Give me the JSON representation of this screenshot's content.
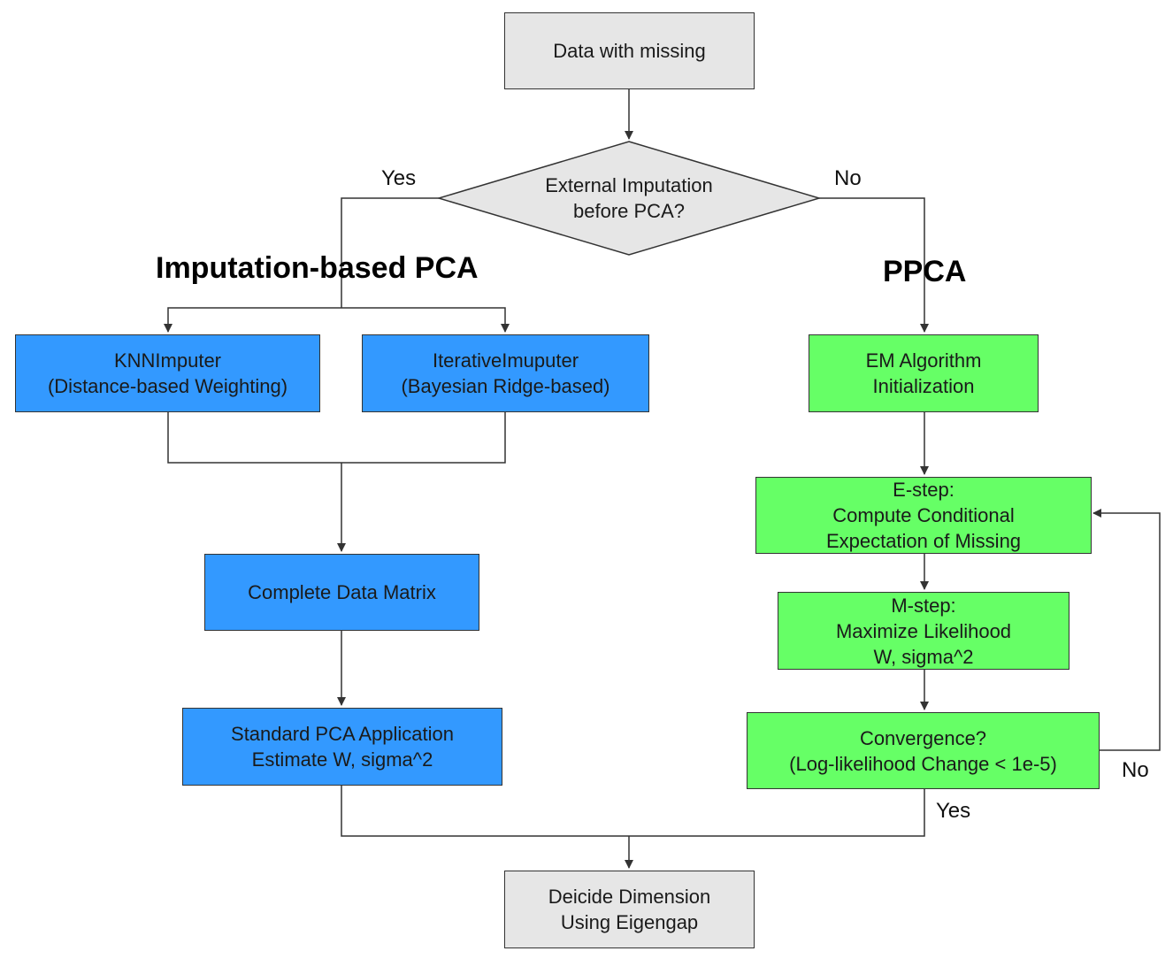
{
  "colors": {
    "terminal": "#e6e6e6",
    "imputation_branch": "#3399ff",
    "ppca_branch": "#66ff66",
    "decision": "#e6e6e6",
    "line": "#333333"
  },
  "nodes": {
    "start": {
      "line1": "Data with missing"
    },
    "decision": {
      "line1": "External Imputation",
      "line2": "before PCA?"
    },
    "knn": {
      "line1": "KNNImputer",
      "line2": "(Distance-based Weighting)"
    },
    "iterative": {
      "line1": "IterativeImuputer",
      "line2": "(Bayesian Ridge-based)"
    },
    "complete": {
      "line1": "Complete Data Matrix"
    },
    "standard_pca": {
      "line1": "Standard PCA Application",
      "line2": "Estimate W, sigma^2"
    },
    "em_init": {
      "line1": "EM Algorithm",
      "line2": "Initialization"
    },
    "e_step": {
      "line1": "E-step:",
      "line2": "Compute Conditional",
      "line3": "Expectation of Missing"
    },
    "m_step": {
      "line1": "M-step:",
      "line2": "Maximize Likelihood",
      "line3": "W, sigma^2"
    },
    "convergence": {
      "line1": "Convergence?",
      "line2": "(Log-likelihood Change < 1e-5)"
    },
    "end": {
      "line1": "Deicide Dimension",
      "line2": "Using Eigengap"
    }
  },
  "headings": {
    "left": "Imputation-based PCA",
    "right": "PPCA"
  },
  "edge_labels": {
    "decision_yes": "Yes",
    "decision_no": "No",
    "convergence_no": "No",
    "convergence_yes": "Yes"
  }
}
